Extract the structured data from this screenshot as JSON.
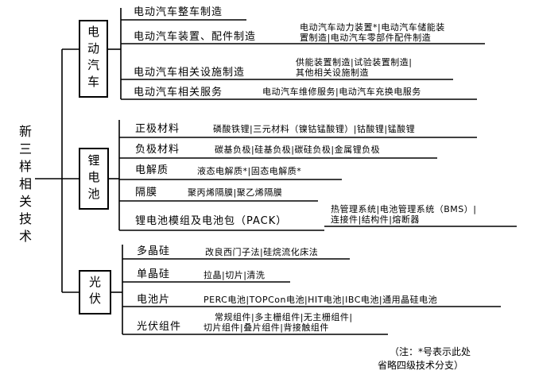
{
  "root": "新三样相关技术",
  "categories": [
    {
      "name": "电动汽车",
      "branches": [
        {
          "label": "电动汽车整车制造",
          "items": []
        },
        {
          "label": "电动汽车装置、配件制造",
          "items": [
            "电动汽车动力装置*|电动汽车储能装",
            "置制造|电动汽车零部件配件制造"
          ]
        },
        {
          "label": "电动汽车相关设施制造",
          "items": [
            "供能装置制造|试验装置制造|",
            "其他相关设施制造"
          ]
        },
        {
          "label": "电动汽车相关服务",
          "items": [
            "电动汽车维修服务|电动汽车充换电服务"
          ]
        }
      ]
    },
    {
      "name": "锂电池",
      "branches": [
        {
          "label": "正极材料",
          "items": [
            "磷酸铁锂|三元材料（镍钴锰酸锂）|钴酸锂|锰酸锂"
          ]
        },
        {
          "label": "负极材料",
          "items": [
            "碳基负极|硅基负极|碳硅负极|金属锂负极"
          ]
        },
        {
          "label": "电解质",
          "items": [
            "液态电解质*|固态电解质*"
          ]
        },
        {
          "label": "隔膜",
          "items": [
            "聚丙烯隔膜|聚乙烯隔膜"
          ]
        },
        {
          "label": "锂电池模组及电池包（PACK）",
          "items": [
            "热管理系统|电池管理系统（BMS）|",
            "连接件|结构件|熔断器"
          ]
        }
      ]
    },
    {
      "name": "光伏",
      "branches": [
        {
          "label": "多晶硅",
          "items": [
            "改良西门子法|硅烷流化床法"
          ]
        },
        {
          "label": "单晶硅",
          "items": [
            "拉晶|切片|清洗"
          ]
        },
        {
          "label": "电池片",
          "items": [
            "PERC电池|TOPCon电池|HIT电池|IBC电池|通用晶硅电池"
          ]
        },
        {
          "label": "光伏组件",
          "items": [
            "常规组件|多主栅组件|无主栅组件|",
            "切片组件|叠片组件|背接触组件"
          ]
        }
      ]
    }
  ],
  "note": [
    "（注：*号表示此处",
    "省略四级技术分支）"
  ]
}
